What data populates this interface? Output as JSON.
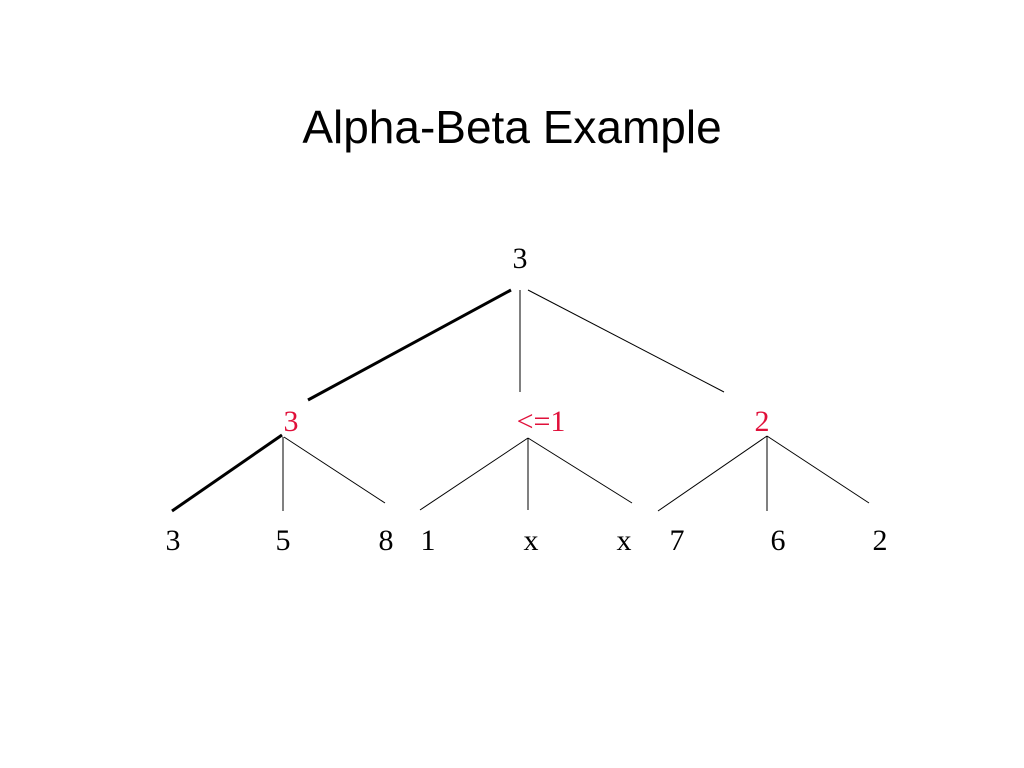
{
  "slide": {
    "title": "Alpha-Beta Example"
  },
  "colors": {
    "edge": "#000000",
    "node_text": "#000000",
    "highlight_text": "#e0103a",
    "background": "#ffffff"
  },
  "tree": {
    "root": {
      "label": "3"
    },
    "level1": [
      {
        "label": "3",
        "color": "highlight"
      },
      {
        "label": "<=1",
        "color": "highlight"
      },
      {
        "label": "2",
        "color": "highlight"
      }
    ],
    "leaves": [
      {
        "label": "3"
      },
      {
        "label": "5"
      },
      {
        "label": "8"
      },
      {
        "label": "1"
      },
      {
        "label": "x"
      },
      {
        "label": "x"
      },
      {
        "label": "7"
      },
      {
        "label": "6"
      },
      {
        "label": "2"
      }
    ],
    "bold_edges": [
      "root-to-level1-0",
      "level1-0-to-leaf-0"
    ]
  }
}
